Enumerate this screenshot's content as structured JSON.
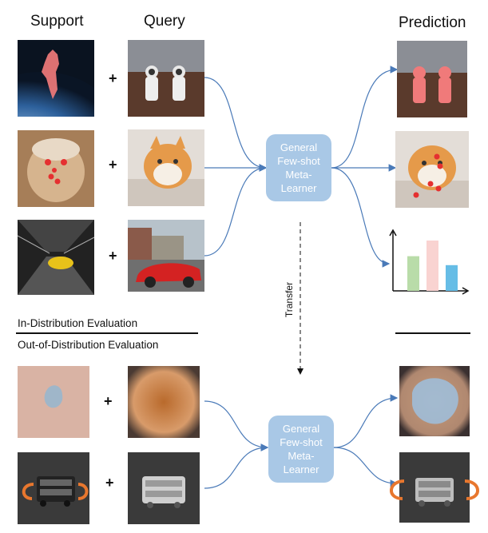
{
  "headers": {
    "support": "Support",
    "query": "Query",
    "prediction": "Prediction"
  },
  "evaluation": {
    "in_distribution": "In-Distribution Evaluation",
    "out_of_distribution": "Out-of-Distribution Evaluation"
  },
  "learner_top": [
    "General",
    "Few-shot",
    "Meta-",
    "Learner"
  ],
  "learner_bottom": [
    "General",
    "Few-shot",
    "Meta-",
    "Learner"
  ],
  "transfer_label": "Transfer",
  "plus_sign": "+",
  "colors": {
    "learner_box": "#a9c8e6",
    "connector": "#4a7ab8",
    "mask_red": "#f07a7a",
    "keypoint_red": "#e53030",
    "bar_green": "#b9dca9",
    "bar_pink": "#f9d3d1",
    "bar_blue": "#66bde6"
  },
  "chart_data": {
    "type": "bar",
    "categories": [
      "",
      "",
      ""
    ],
    "values": [
      0.62,
      0.9,
      0.46
    ],
    "ylim": [
      0,
      1
    ],
    "colors": [
      "#b9dca9",
      "#f9d3d1",
      "#66bde6"
    ],
    "title": "",
    "xlabel": "",
    "ylabel": ""
  }
}
